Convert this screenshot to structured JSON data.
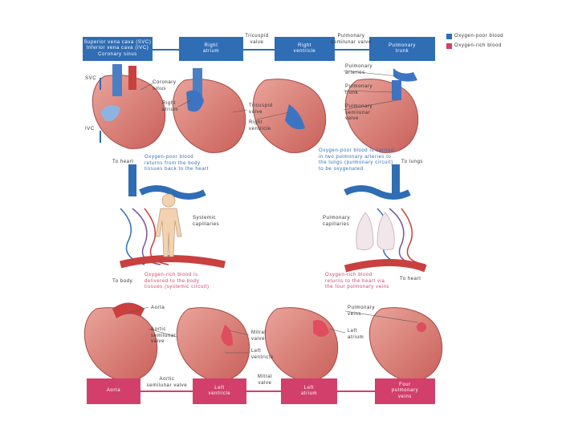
{
  "legend": [
    {
      "label": "Oxygen-poor blood",
      "color": "#2f6db5"
    },
    {
      "label": "Oxygen-rich blood",
      "color": "#d23f6b"
    }
  ],
  "flow_top": [
    {
      "label": "Superior vena cava (SVC)\nInferior vena cava (IVC)\nCoronary sinus"
    },
    {
      "label": "Right\natrium"
    },
    {
      "label": "Right\nventricle"
    },
    {
      "label": "Pulmonary\ntrunk"
    }
  ],
  "flow_top_between": [
    {
      "label": "Tricuspid\nvalve"
    },
    {
      "label": "Pulmonary\nsemilunar valve"
    }
  ],
  "top_heart_labels": {
    "svc": "SVC",
    "ivc": "IVC",
    "coronary_sinus": "Coronary\nsinus",
    "right_atrium": "Right\natrium",
    "tricuspid_valve": "Tricuspid\nvalve",
    "right_ventricle": "Right\nventricle",
    "pulmonary_arteries": "Pulmonary\narteries",
    "pulmonary_trunk": "Pulmonary\ntrunk",
    "pulmonary_semilunar_valve": "Pulmonary\nsemilunar\nvalve"
  },
  "middle": {
    "to_heart_left": "To heart",
    "to_lungs": "To lungs",
    "to_body": "To body",
    "to_heart_right": "To heart",
    "oxygen_poor_return": "Oxygen-poor blood\nreturns from the body\ntissues back to the heart",
    "oxygen_poor_lungs": "Oxygen-poor blood is carried\nin two pulmonary arteries to\nthe lungs (pulmonary circuit)\nto be oxygenated",
    "systemic_capillaries": "Systemic\ncapillaries",
    "pulmonary_capillaries": "Pulmonary\ncapillaries",
    "oxygen_rich_delivered": "Oxygen-rich blood is\ndelivered to the body\ntissues (systemic circuit)",
    "oxygen_rich_returns": "Oxygen-rich blood\nreturns to the heart via\nthe four pulmonary veins"
  },
  "bottom_heart_labels": {
    "aorta": "Aorta",
    "aortic_semilunar_valve": "Aortic\nsemilunar\nvalve",
    "mitral_valve": "Mitral\nvalve",
    "left_ventricle": "Left\nventricle",
    "pulmonary_veins": "Pulmonary\nveins",
    "left_atrium": "Left\natrium"
  },
  "flow_bottom": [
    {
      "label": "Aorta"
    },
    {
      "label": "Left\nventricle"
    },
    {
      "label": "Left\natrium"
    },
    {
      "label": "Four\npulmonary\nveins"
    }
  ],
  "flow_bottom_between": [
    {
      "label": "Aortic\nsemilunar valve"
    },
    {
      "label": "Mitral\nvalve"
    }
  ]
}
